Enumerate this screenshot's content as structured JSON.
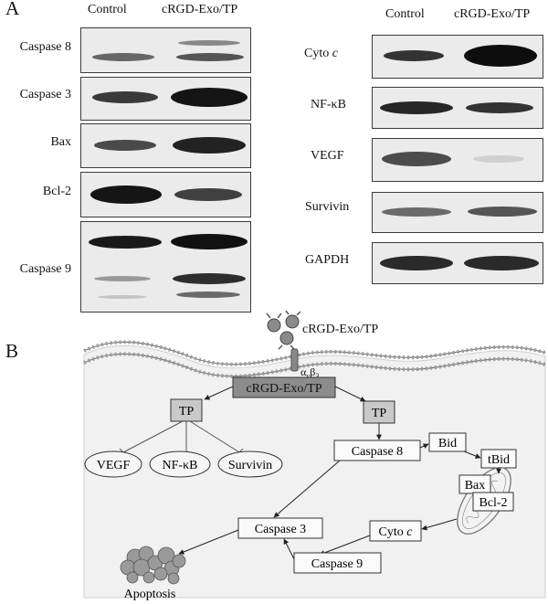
{
  "panel_a": {
    "letter": "A",
    "left": {
      "col_headers": [
        "Control",
        "cRGD-Exo/TP"
      ],
      "blots": [
        "Caspase 8",
        "Caspase 3",
        "Bax",
        "Bcl-2",
        "Caspase 9"
      ]
    },
    "right": {
      "col_headers": [
        "Control",
        "cRGD-Exo/TP"
      ],
      "blots": [
        {
          "name": "Cyto ",
          "italic": "c"
        },
        {
          "name": "NF-κB",
          "italic": ""
        },
        {
          "name": "VEGF",
          "italic": ""
        },
        {
          "name": "Survivin",
          "italic": ""
        },
        {
          "name": "GAPDH",
          "italic": ""
        }
      ]
    }
  },
  "panel_b": {
    "letter": "B",
    "ligand_label": "cRGD-Exo/TP",
    "receptor_label": "α",
    "receptor_sub_v": "v",
    "receptor_beta": "β",
    "receptor_sub_3": "3",
    "center_box": "cRGD-Exo/TP",
    "tp_left": "TP",
    "tp_right": "TP",
    "ellipses": [
      "VEGF",
      "NF-κB",
      "Survivin"
    ],
    "caspase8": "Caspase 8",
    "bid": "Bid",
    "tbid": "tBid",
    "bax": "Bax",
    "bcl2": "Bcl-2",
    "cytoc": "Cyto ",
    "cytoc_italic": "c",
    "caspase3": "Caspase 3",
    "caspase9": "Caspase 9",
    "apoptosis": "Apoptosis"
  },
  "colors": {
    "blot_bg": "#ebebeb",
    "cell_bg": "#f1f1f1",
    "center_box": "#8c8c8c",
    "tp_box": "#c9c9c9"
  }
}
